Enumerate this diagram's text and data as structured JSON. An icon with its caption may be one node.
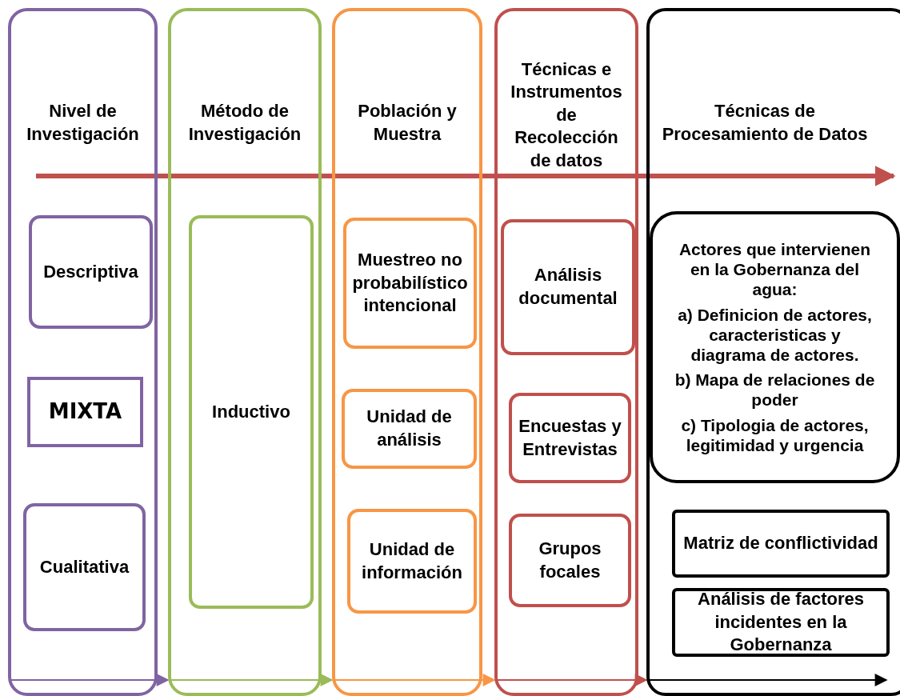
{
  "diagram": {
    "nodes": [
      {
        "text": [
          "Nivel de Investigación"
        ]
      },
      {
        "text": [
          "Descriptiva"
        ],
        "in": 0
      },
      {
        "text": [
          "MIXTA"
        ],
        "in": 0
      },
      {
        "text": [
          "Cualitativa"
        ],
        "in": 0
      },
      {
        "text": [
          "Método de Investigación"
        ]
      },
      {
        "text": [
          "Inductivo"
        ],
        "in": 4
      },
      {
        "text": [
          "Población y Muestra"
        ]
      },
      {
        "text": [
          "Muestreo no probabilístico intencional"
        ],
        "in": 6
      },
      {
        "text": [
          "Unidad de análisis"
        ],
        "in": 6
      },
      {
        "text": [
          "Unidad de información"
        ],
        "in": 6
      },
      {
        "text": [
          "Técnicas e Instrumentos de Recolección de datos"
        ]
      },
      {
        "text": [
          "Análisis documental"
        ],
        "in": 10
      },
      {
        "text": [
          "Encuestas y Entrevistas"
        ],
        "in": 10
      },
      {
        "text": [
          "Grupos focales"
        ],
        "in": 10
      },
      {
        "text": [
          "Técnicas de Procesamiento de Datos"
        ]
      },
      {
        "text": [
          "Actores que intervienen en la Gobernanza del agua:",
          "a) Definicion de actores, caracteristicas y diagrama de actores.",
          "b) Mapa de relaciones de poder",
          "c) Tipologia de actores, legitimidad y urgencia"
        ],
        "in": 14
      },
      {
        "text": [
          "Matriz de conflictividad"
        ],
        "in": 14
      },
      {
        "text": [
          "Análisis de factores incidentes en la Gobernanza"
        ],
        "in": 14
      }
    ],
    "edges": [
      {
        "from": 0,
        "to": 4,
        "arrow": "to",
        "color": "#8064a2"
      },
      {
        "from": 4,
        "to": 6,
        "arrow": "to",
        "color": "#9bbb59"
      },
      {
        "from": 6,
        "to": 10,
        "arrow": "to",
        "color": "#f79646"
      },
      {
        "from": 10,
        "to": 14,
        "arrow": "to",
        "color": "#c0504d"
      }
    ]
  }
}
